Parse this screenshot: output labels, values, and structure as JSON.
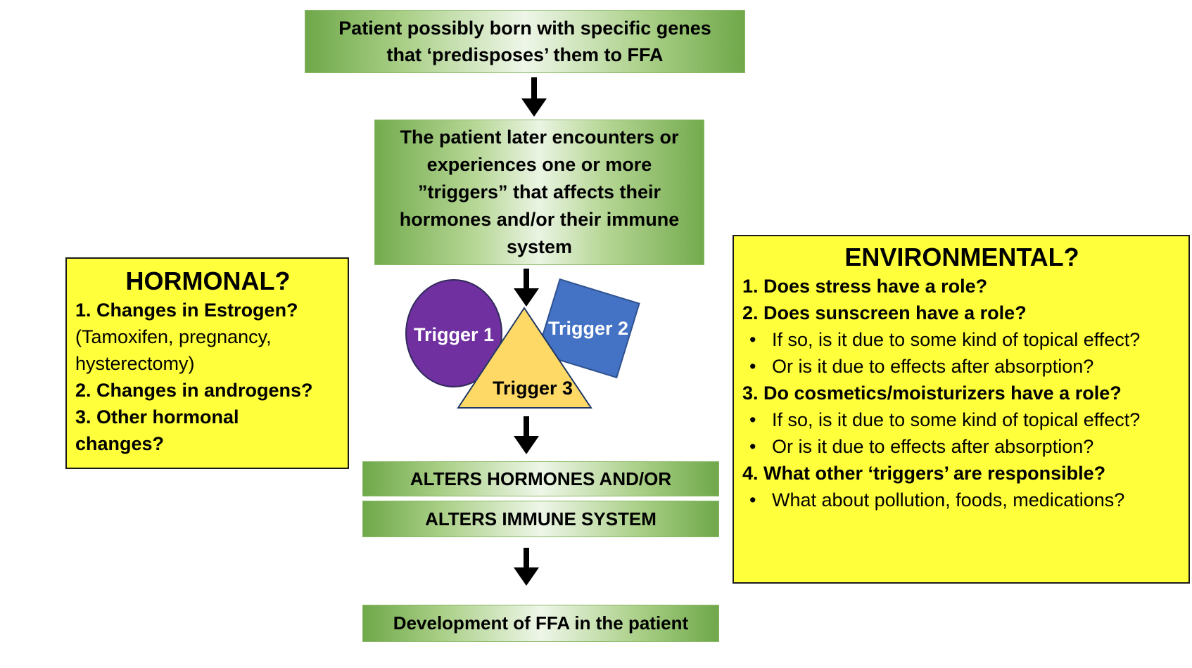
{
  "flow": {
    "top_box": [
      "Patient possibly born with specific genes",
      "that ‘predisposes’ them to FFA"
    ],
    "trigger_box": [
      "The patient later encounters or",
      "experiences one or more",
      "”triggers” that affects their",
      "hormones and/or their immune",
      "system"
    ],
    "alters_hormones": "ALTERS HORMONES AND/OR",
    "alters_immune": "ALTERS IMMUNE SYSTEM",
    "development": "Development of FFA in the patient"
  },
  "triggers": {
    "t1": "Trigger 1",
    "t2": "Trigger 2",
    "t3": "Trigger 3"
  },
  "hormonal": {
    "title": "HORMONAL?",
    "item1": "1. Changes in Estrogen?",
    "item1_detail_a": "(Tamoxifen, pregnancy,",
    "item1_detail_b": "hysterectomy)",
    "item2": "2. Changes in androgens?",
    "item3_a": "3. Other hormonal",
    "item3_b": "changes?"
  },
  "environmental": {
    "title": "ENVIRONMENTAL?",
    "q1": "1. Does stress have a role?",
    "q2": "2. Does sunscreen have a role?",
    "q2_b1": "If so, is it due to some kind of topical effect?",
    "q2_b2": "Or is it due to effects after absorption?",
    "q3": "3. Do cosmetics/moisturizers have a role?",
    "q3_b1": "If so, is it due to some kind of topical effect?",
    "q3_b2": "Or is it due to effects after absorption?",
    "q4": "4. What other ‘triggers’ are responsible?",
    "q4_b1": "What about pollution, foods, medications?",
    "bullet": "•"
  },
  "colors": {
    "trigger1": "#7030a0",
    "trigger2": "#4472c4",
    "trigger3": "#ffd966",
    "yellow": "#ffff3c",
    "green": "#70ad47"
  }
}
